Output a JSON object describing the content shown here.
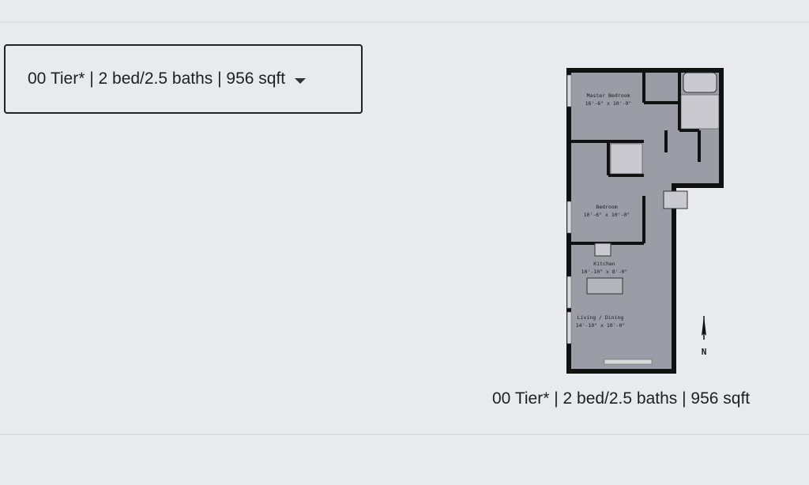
{
  "unit_selector": {
    "selected_value": "00 Tier* | 2 bed/2.5 baths | 956 sqft"
  },
  "floor_plan": {
    "caption": "00 Tier* | 2 bed/2.5 baths | 956 sqft",
    "rooms": [
      {
        "name": "Master Bedroom",
        "size": "16'-6\" x 10'-9\""
      },
      {
        "name": "Bedroom",
        "size": "10'-6\" x 10'-0\""
      },
      {
        "name": "Kitchen",
        "size": "10'-10\" x 8'-0\""
      },
      {
        "name": "Living / Dining",
        "size": "14'-10\" x 10'-0\""
      }
    ],
    "compass_label": "N"
  },
  "colors": {
    "background": "#e9eaed",
    "floor": "#9c9ca6",
    "wall": "#111111"
  }
}
